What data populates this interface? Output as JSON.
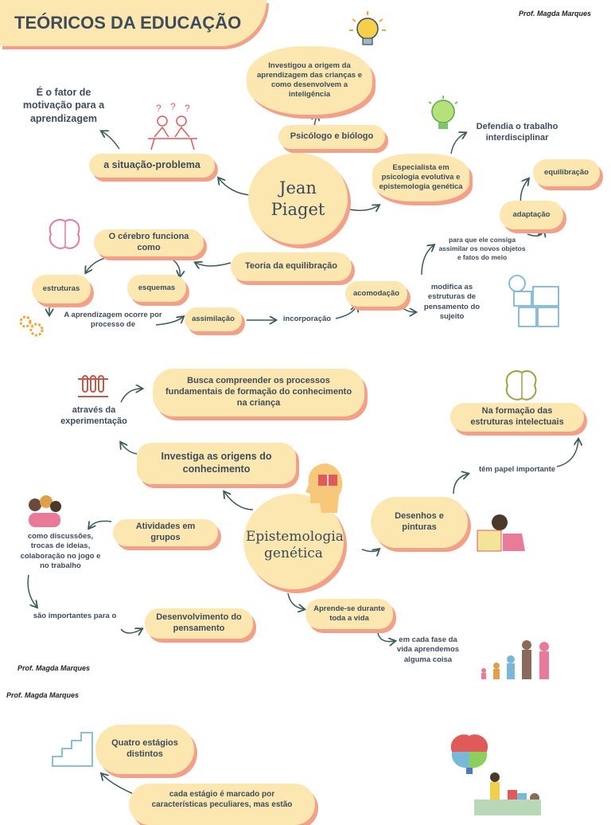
{
  "title": "TEÓRICOS DA EDUCAÇÃO",
  "credit": "Prof. Magda Marques",
  "piaget": {
    "center": "Jean Piaget",
    "origem": "Investigou  a origem da aprendizagem das crianças e como desenvolvem a inteligência",
    "psicologo": "Psicólogo e biólogo",
    "especialista": "Especialista em psicologia evolutiva e epistemologia genética",
    "defendia": "Defendia o trabalho interdisciplinar",
    "fator": "É o fator de motivação para a aprendizagem",
    "situacao": "a situação-problema",
    "equilibracao_alt": "equilibração",
    "adaptacao": "adaptação",
    "assimilar": "para que ele consiga assimilar os novos objetos e fatos do meio",
    "cerebro": "O cérebro funciona como",
    "teoria": "Teoria da  equilibração",
    "estruturas": "estruturas",
    "esquemas": "esquemas",
    "acomodacao": "acomodação",
    "modifica": "modifica as estruturas de pensamento do sujeito",
    "aprendizagem": "A aprendizagem ocorre por  processo de",
    "assimilacao": "assimilação",
    "incorporacao": "incorporação"
  },
  "epistemologia": {
    "center": "Epistemologia genética",
    "busca": "Busca compreender os processos fundamentais de formação do conhecimento na criança",
    "experimentacao": "através da experimentação",
    "investiga": "Investiga as origens do conhecimento",
    "formacao": "Na formação das estruturas intelectuais",
    "papel": "têm papel importante",
    "desenhos": "Desenhos e pinturas",
    "atividades": "Atividades em grupos",
    "discussoes": "como discussões, trocas de ideias, colaboração no jogo e no trabalho",
    "importantes": "são importantes para o",
    "desenvolvimento": "Desenvolvimento do pensamento",
    "aprende": "Aprende-se durante toda a vida",
    "fase": "em cada fase da vida aprendemos alguma coisa"
  },
  "estagios": {
    "quatro": "Quatro estágios distintos",
    "cada": "cada estágio é marcado por características peculiares, mas estão"
  },
  "icons": [
    "lightbulb-icon",
    "puzzle-bulb-icon",
    "thinking-people-icon",
    "brain-puzzle-icon",
    "gears-icon",
    "head-puzzle-icon",
    "test-tubes-icon",
    "brain-puzzle-icon-2",
    "head-book-icon",
    "group-hug-icon",
    "child-painting-icon",
    "family-icon",
    "stairs-icon",
    "puzzle-brain-color-icon",
    "kids-blocks-icon"
  ],
  "colors": {
    "blob": "#fde7b0",
    "shadow": "#f2a188",
    "text": "#3d4c5c",
    "title_bg": "#fde7b0"
  }
}
